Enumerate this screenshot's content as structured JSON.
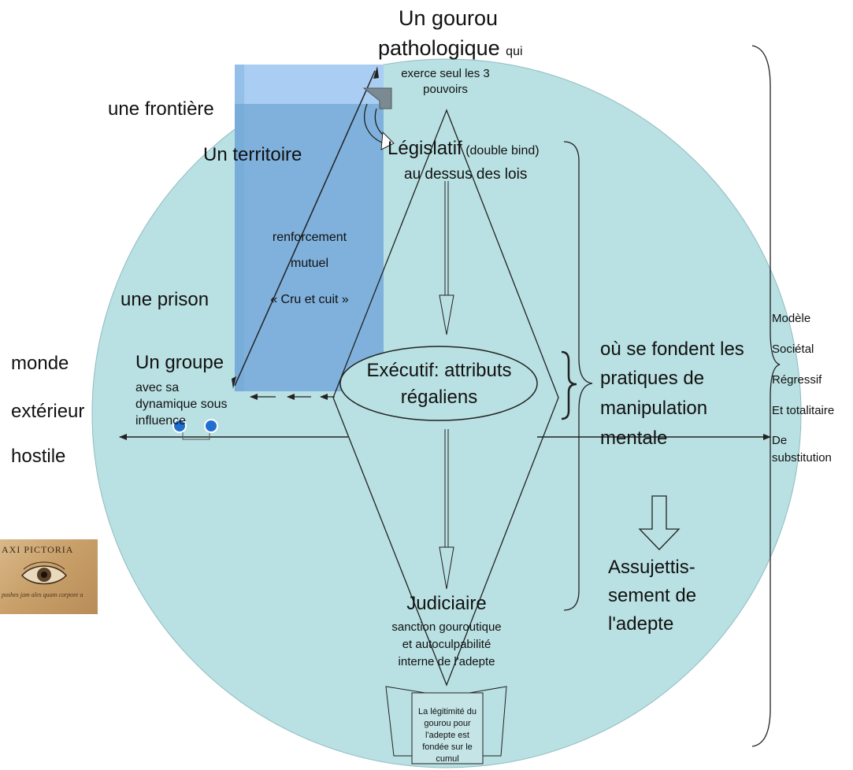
{
  "guru": {
    "line1": "Un gourou",
    "line2": "pathologique",
    "qui": "qui",
    "sub1": "exerce seul les 3",
    "sub2": "pouvoirs"
  },
  "left_labels": {
    "frontiere": "une frontière",
    "territoire": "Un territoire",
    "prison": "une prison"
  },
  "outside": {
    "line1": "monde",
    "line2": "extérieur",
    "line3": "hostile"
  },
  "group": {
    "title": "Un groupe",
    "line1": "avec sa",
    "line2": "dynamique sous",
    "line3": "influence"
  },
  "reinforcement": {
    "line1": "renforcement",
    "line2": "mutuel",
    "line3": "« Cru et cuit »"
  },
  "legislatif": {
    "title": "Législatif",
    "note": "(double bind)",
    "sub": "au dessus des lois"
  },
  "executif": {
    "line1": "Exécutif: attributs",
    "line2": "régaliens"
  },
  "judiciaire": {
    "title": "Judiciaire",
    "line1": "sanction gouroutique",
    "line2": "et autoculpabilité",
    "line3": "interne de l'adepte"
  },
  "scroll": {
    "lines": [
      "La légitimité du",
      "gourou pour",
      "l'adepte est",
      "fondée sur le",
      "cumul"
    ]
  },
  "practices": {
    "line1": "où se fondent les",
    "line2": "pratiques de",
    "line3": "manipulation",
    "line4": "mentale"
  },
  "subjugation": {
    "line1": "Assujettis-",
    "line2": "sement de",
    "line3": "l'adepte"
  },
  "model": {
    "lines": [
      "Modèle",
      "Sociétal",
      "Régressif",
      "Et totalitaire",
      "De",
      "substitution"
    ]
  },
  "painting": {
    "caption": "AXI PICTORIA",
    "script": "pushes jam ales quam corpore a"
  },
  "colors": {
    "circle": "#b9e0e2",
    "rect_light": "#a9cdf3",
    "rect_dark": "#7fb1dc",
    "dots": "#1f6fd1",
    "lines": "#222222"
  }
}
